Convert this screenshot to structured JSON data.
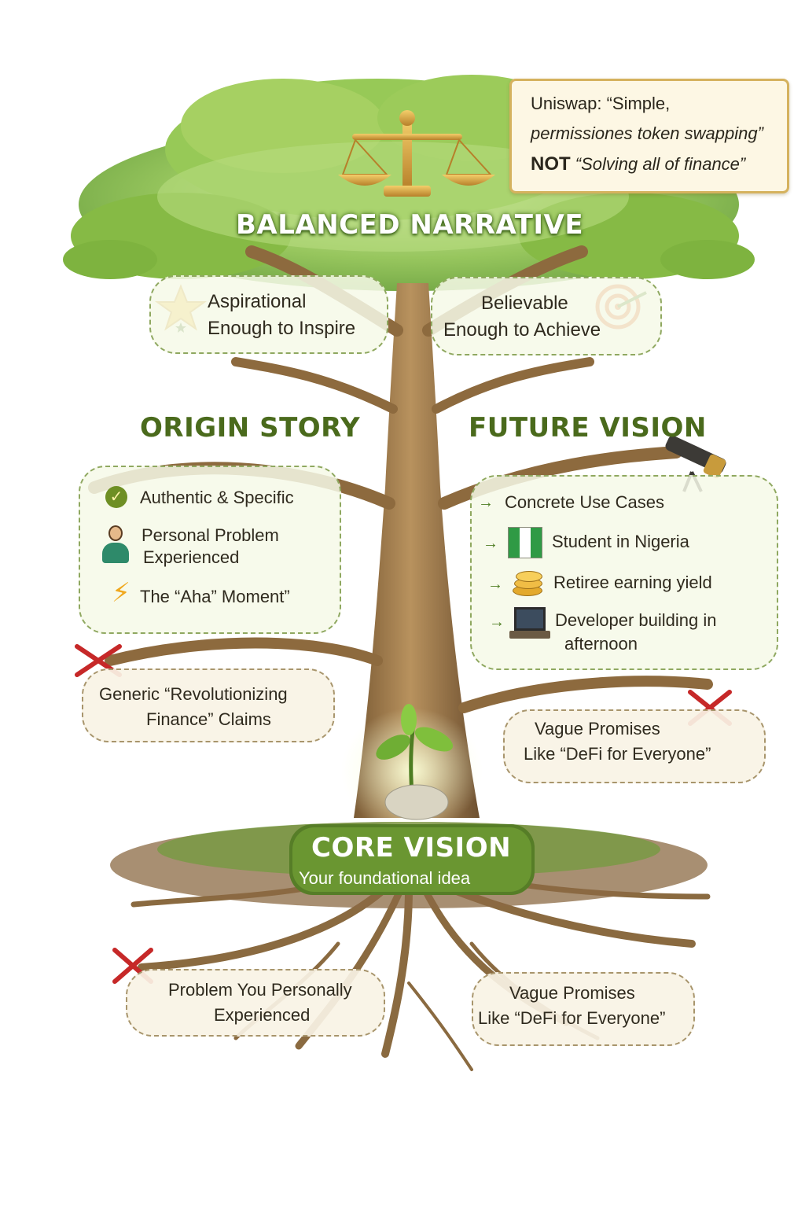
{
  "crown": {
    "title": "BALANCED NARRATIVE"
  },
  "callout": {
    "line1": "Uniswap: “Simple,",
    "line2": "permissiones token swapping”",
    "not_word": "NOT",
    "line3": "“Solving all of finance”"
  },
  "balance": {
    "left": [
      "Aspirational",
      "Enough to Inspire"
    ],
    "right": [
      "Believable",
      "Enough to Achieve"
    ]
  },
  "origin": {
    "heading": "ORIGIN STORY",
    "items": [
      "Authentic & Specific",
      "Personal Problem",
      "Experienced",
      "The “Aha” Moment”"
    ]
  },
  "future": {
    "heading": "FUTURE VISION",
    "items": [
      "Concrete Use Cases",
      "Student in Nigeria",
      "Retiree earning yield",
      "Developer building in",
      "afternoon"
    ]
  },
  "avoid_left": [
    "Generic “Revolutionizing",
    "Finance” Claims"
  ],
  "avoid_right": [
    "Vague Promises",
    "Like “DeFi for Everyone”"
  ],
  "core": {
    "title": "CORE VISION",
    "subtitle": "Your foundational idea"
  },
  "roots_left": [
    "Problem You Personally",
    "Experienced"
  ],
  "roots_right": [
    "Vague Promises",
    "Like “DeFi for Everyone”"
  ],
  "colors": {
    "leaf": "#7cb342",
    "trunk": "#9b7a4c",
    "heading": "#4a6a1c",
    "cross": "#c62828",
    "gold": "#d9a238"
  }
}
